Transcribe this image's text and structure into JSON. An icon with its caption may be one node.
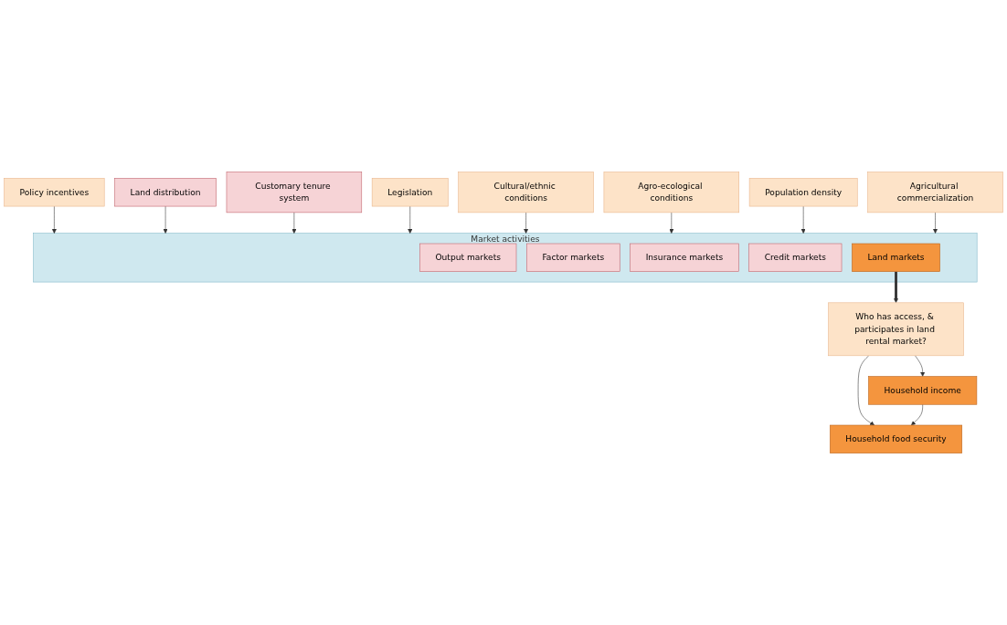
{
  "diagram": {
    "nodes": [
      {
        "text": [
          "Policy incentives"
        ]
      },
      {
        "text": [
          "Land distribution"
        ]
      },
      {
        "text": [
          "Customary tenure system"
        ]
      },
      {
        "text": [
          "Legislation"
        ]
      },
      {
        "text": [
          "Market activities"
        ]
      },
      {
        "text": [
          "Output markets"
        ],
        "in": 4
      },
      {
        "text": [
          "Factor markets"
        ],
        "in": 4
      },
      {
        "text": [
          "Insurance markets"
        ],
        "in": 4
      },
      {
        "text": [
          "Credit markets"
        ],
        "in": 4
      },
      {
        "text": [
          "Land markets"
        ],
        "in": 4
      },
      {
        "text": [
          "Cultural/ethnic conditions"
        ]
      },
      {
        "text": [
          "Agro-ecological conditions"
        ]
      },
      {
        "text": [
          "Population density"
        ]
      },
      {
        "text": [
          "Agricultural commercialization"
        ]
      },
      {
        "text": [
          "Who has access, & participates in land rental market?"
        ]
      },
      {
        "text": [
          "Household income"
        ]
      },
      {
        "text": [
          "Household food security"
        ]
      }
    ],
    "edges": [
      {
        "from": 0,
        "to": 4,
        "arrow": "to"
      },
      {
        "from": 1,
        "to": 4,
        "arrow": "to"
      },
      {
        "from": 2,
        "to": 4,
        "arrow": "to"
      },
      {
        "from": 3,
        "to": 4,
        "arrow": "to"
      },
      {
        "from": 10,
        "to": 4,
        "arrow": "to"
      },
      {
        "from": 11,
        "to": 4,
        "arrow": "to"
      },
      {
        "from": 12,
        "to": 4,
        "arrow": "to"
      },
      {
        "from": 13,
        "to": 4,
        "arrow": "to"
      },
      {
        "from": 9,
        "to": 14,
        "arrow": "to",
        "style": "thick"
      },
      {
        "from": 14,
        "to": 15,
        "arrow": "to"
      },
      {
        "from": 14,
        "to": 16,
        "arrow": "to"
      },
      {
        "from": 15,
        "to": 16,
        "arrow": "to"
      }
    ]
  }
}
